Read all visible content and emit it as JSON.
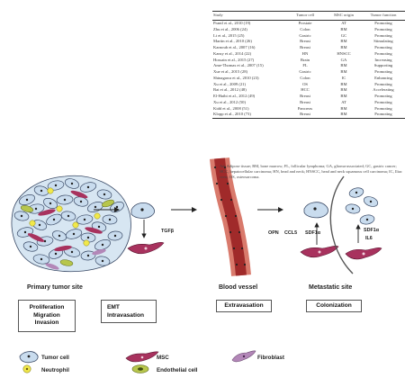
{
  "table": {
    "headers": [
      "Study",
      "Tumor cell",
      "MSC origin",
      "Tumor function"
    ],
    "rows": [
      [
        "Prantl et al., 2010 (19)",
        "Prostate",
        "AT",
        "Promoting"
      ],
      [
        "Zhu et al., 2006 (24)",
        "Colon",
        "BM",
        "Promoting"
      ],
      [
        "Li et al., 2015 (25)",
        "Gastric",
        "GC",
        "Promoting"
      ],
      [
        "Martin et al., 2010 (26)",
        "Breast",
        "BM",
        "Stimulating"
      ],
      [
        "Karnoub et al., 2007 (16)",
        "Breast",
        "BM",
        "Promoting"
      ],
      [
        "Kansy et al., 2014 (22)",
        "HN",
        "HNSCC",
        "Promoting"
      ],
      [
        "Hossain et al., 2015 (27)",
        "Brain",
        "GA",
        "Increasing"
      ],
      [
        "Ame-Thomas et al., 2007 (15)",
        "FL",
        "BM",
        "Supporting"
      ],
      [
        "Xue et al., 2015 (28)",
        "Gastric",
        "BM",
        "Promoting"
      ],
      [
        "Shinagawa et al., 2010 (23)",
        "Colon",
        "IC",
        "Enhancing"
      ],
      [
        "Xu et al., 2009 (21)",
        "OS",
        "BM",
        "Promoting"
      ],
      [
        "Bai et al., 2012 (48)",
        "HCC",
        "BM",
        "Accelerating"
      ],
      [
        "El-Haibi et al., 2012 (49)",
        "Breast",
        "BM",
        "Promoting"
      ],
      [
        "Xu et al., 2012 (50)",
        "Breast",
        "AT",
        "Promoting"
      ],
      [
        "Kidd et al., 2008 (51)",
        "Pancreas",
        "BM",
        "Promoting"
      ],
      [
        "Klopp et al., 2010 (73)",
        "Breast",
        "BM",
        "Promoting"
      ]
    ]
  },
  "abbreviations": "Ad, Adipose tissue; BM, bone marrow; FL, follicular lymphoma; GA, glioma-associated; GC, gastric cancer; HCC, hepatocellular carcinoma; HN, head and neck; HNSCC, head and neck squamous cell carcinoma; IC, Iliac crest; OS, osteosarcoma.",
  "sites": {
    "primary": "Primary tumor site",
    "blood": "Blood vessel",
    "metastatic": "Metastatic site"
  },
  "stages": {
    "prolif_lines": [
      "Proliferation",
      "Migration",
      "Invasion"
    ],
    "emt_lines": [
      "EMT",
      "Intravasation"
    ],
    "extravasation": "Extravasation",
    "colonization": "Colonization"
  },
  "factors": {
    "tgfb": "TGFβ",
    "opn": "OPN",
    "ccl5": "CCL5",
    "sdf1a": "SDF1α",
    "sdf1a_2": "SDF1α",
    "il6": "IL6"
  },
  "legend": {
    "tumor": "Tumor cell",
    "msc": "MSC",
    "fibroblast": "Fibroblast",
    "neutrophil": "Neutrophil",
    "endothelial": "Endothelial cell"
  },
  "colors": {
    "tumor_fill": "#c9dcee",
    "tumor_stroke": "#3a4a66",
    "msc": "#a8325e",
    "fibroblast": "#b387b8",
    "neutrophil": "#f1e84a",
    "endothelial": "#b7c64c",
    "vessel_dark": "#a02a2a",
    "vessel_light": "#d97a6c"
  }
}
